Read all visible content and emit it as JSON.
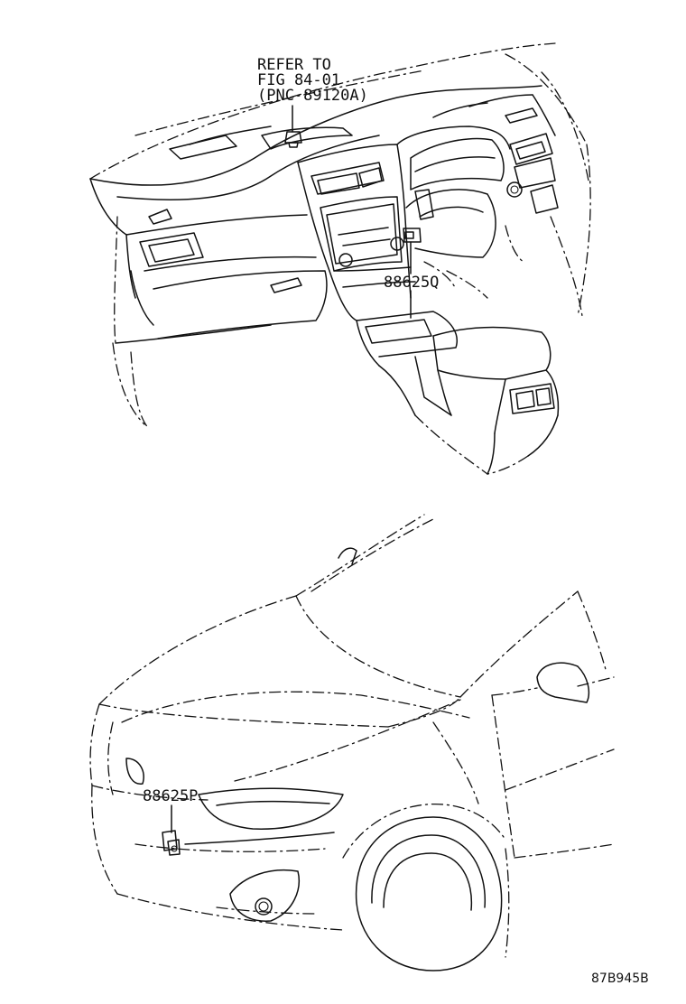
{
  "callouts": {
    "refer": {
      "line1": "REFER TO",
      "line2": "FIG 84-01",
      "line3": "(PNC 89120A)"
    },
    "console_sensor": {
      "part_number": "88625Q"
    },
    "front_sensor": {
      "part_number": "88625P"
    }
  },
  "figure_code": "87B945B"
}
